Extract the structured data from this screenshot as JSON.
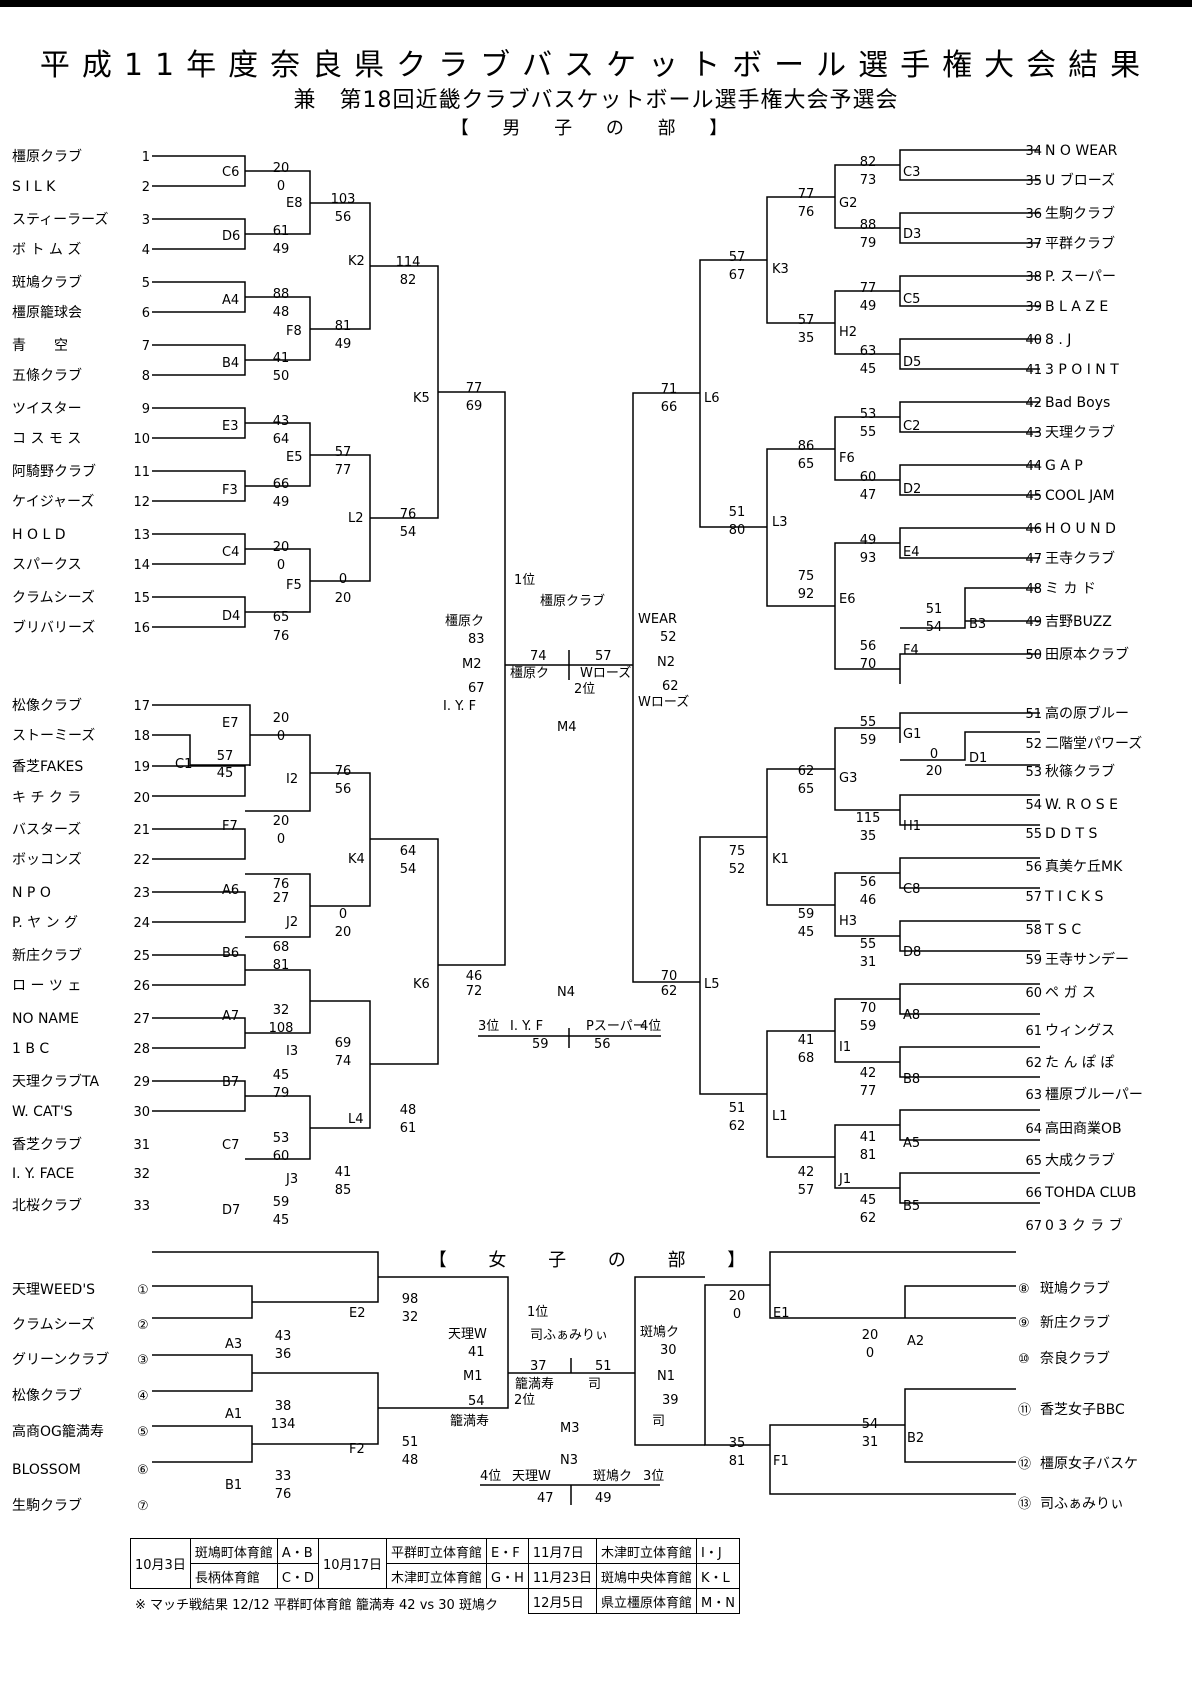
{
  "titles": {
    "main": "平成11年度奈良県クラブバスケットボール選手権大会結果",
    "sub": "兼　第18回近畿クラブバスケットボール選手権大会予選会",
    "men": "【 男 子 の 部 】",
    "women": "【 女 子 の 部 】"
  },
  "men_left_teams": [
    {
      "name": "橿原クラブ",
      "no": "1"
    },
    {
      "name": "S I L K",
      "no": "2"
    },
    {
      "name": "スティーラーズ",
      "no": "3"
    },
    {
      "name": "ボ ト ム ズ",
      "no": "4"
    },
    {
      "name": "斑鳩クラブ",
      "no": "5"
    },
    {
      "name": "橿原籠球会",
      "no": "6"
    },
    {
      "name": "青　　空",
      "no": "7"
    },
    {
      "name": "五條クラブ",
      "no": "8"
    },
    {
      "name": "ツイスター",
      "no": "9"
    },
    {
      "name": "コ ス モ ス",
      "no": "10"
    },
    {
      "name": "阿騎野クラブ",
      "no": "11"
    },
    {
      "name": "ケイジャーズ",
      "no": "12"
    },
    {
      "name": "H O L D",
      "no": "13"
    },
    {
      "name": "スパークス",
      "no": "14"
    },
    {
      "name": "クラムシーズ",
      "no": "15"
    },
    {
      "name": "ブリバリーズ",
      "no": "16"
    },
    {
      "name": "松像クラブ",
      "no": "17"
    },
    {
      "name": "ストーミーズ",
      "no": "18"
    },
    {
      "name": "香芝FAKES",
      "no": "19"
    },
    {
      "name": "キ チ ク ラ",
      "no": "20"
    },
    {
      "name": "バスターズ",
      "no": "21"
    },
    {
      "name": "ボッコンズ",
      "no": "22"
    },
    {
      "name": "N P O",
      "no": "23"
    },
    {
      "name": "P. ヤ ン グ",
      "no": "24"
    },
    {
      "name": "新庄クラブ",
      "no": "25"
    },
    {
      "name": "ロ ー ツ ェ",
      "no": "26"
    },
    {
      "name": "NO NAME",
      "no": "27"
    },
    {
      "name": "1 B C",
      "no": "28"
    },
    {
      "name": "天理クラブTA",
      "no": "29"
    },
    {
      "name": "W. CAT'S",
      "no": "30"
    },
    {
      "name": "香芝クラブ",
      "no": "31"
    },
    {
      "name": "I. Y. FACE",
      "no": "32"
    },
    {
      "name": "北桜クラブ",
      "no": "33"
    }
  ],
  "men_right_teams": [
    {
      "name": "N O WEAR",
      "no": "34"
    },
    {
      "name": "U ブローズ",
      "no": "35"
    },
    {
      "name": "生駒クラブ",
      "no": "36"
    },
    {
      "name": "平群クラブ",
      "no": "37"
    },
    {
      "name": "P. スーパー",
      "no": "38"
    },
    {
      "name": "B L A Z E",
      "no": "39"
    },
    {
      "name": "8 . J",
      "no": "40"
    },
    {
      "name": "3 P O I N T",
      "no": "41"
    },
    {
      "name": "Bad Boys",
      "no": "42"
    },
    {
      "name": "天理クラブ",
      "no": "43"
    },
    {
      "name": "G A P",
      "no": "44"
    },
    {
      "name": "COOL JAM",
      "no": "45"
    },
    {
      "name": "H O U N D",
      "no": "46"
    },
    {
      "name": "王寺クラブ",
      "no": "47"
    },
    {
      "name": "ミ カ ド",
      "no": "48"
    },
    {
      "name": "吉野BUZZ",
      "no": "49"
    },
    {
      "name": "田原本クラブ",
      "no": "50"
    },
    {
      "name": "高の原ブルー",
      "no": "51"
    },
    {
      "name": "二階堂パワーズ",
      "no": "52"
    },
    {
      "name": "秋篠クラブ",
      "no": "53"
    },
    {
      "name": "W. R O S E",
      "no": "54"
    },
    {
      "name": "D D T S",
      "no": "55"
    },
    {
      "name": "真美ケ丘MK",
      "no": "56"
    },
    {
      "name": "T I C K S",
      "no": "57"
    },
    {
      "name": "T S C",
      "no": "58"
    },
    {
      "name": "王寺サンデー",
      "no": "59"
    },
    {
      "name": "ペ ガ ス",
      "no": "60"
    },
    {
      "name": "ウィングス",
      "no": "61"
    },
    {
      "name": "た ん ぽ ぽ",
      "no": "62"
    },
    {
      "name": "橿原ブルーパー",
      "no": "63"
    },
    {
      "name": "高田商業OB",
      "no": "64"
    },
    {
      "name": "大成クラブ",
      "no": "65"
    },
    {
      "name": "TOHDA CLUB",
      "no": "66"
    },
    {
      "name": "0 3 ク ラ ブ",
      "no": "67"
    }
  ],
  "women_left_teams": [
    {
      "name": "天理WEED'S",
      "no": "①"
    },
    {
      "name": "クラムシーズ",
      "no": "②"
    },
    {
      "name": "グリーンクラブ",
      "no": "③"
    },
    {
      "name": "松像クラブ",
      "no": "④"
    },
    {
      "name": "高商OG籠満寿",
      "no": "⑤"
    },
    {
      "name": "BLOSSOM",
      "no": "⑥"
    },
    {
      "name": "生駒クラブ",
      "no": "⑦"
    }
  ],
  "women_right_teams": [
    {
      "name": "斑鳩クラブ",
      "no": "⑧"
    },
    {
      "name": "新庄クラブ",
      "no": "⑨"
    },
    {
      "name": "奈良クラブ",
      "no": "⑩"
    },
    {
      "name": "香芝女子BBC",
      "no": "⑪"
    },
    {
      "name": "橿原女子バスケ",
      "no": "⑫"
    },
    {
      "name": "司ふぁみりぃ",
      "no": "⑬"
    }
  ],
  "men_left_codes": [
    "C6",
    "D6",
    "A4",
    "B4",
    "E3",
    "F3",
    "C4",
    "D4",
    "E8",
    "F8",
    "E5",
    "F5",
    "K2",
    "L2",
    "K5",
    "E7",
    "C1",
    "F7",
    "A6",
    "B6",
    "A7",
    "B7",
    "C7",
    "D7",
    "I2",
    "J2",
    "I3",
    "J3",
    "K4",
    "L4",
    "K6"
  ],
  "men_right_codes": [
    "C3",
    "D3",
    "C5",
    "D5",
    "C2",
    "D2",
    "E4",
    "B3",
    "F4",
    "G1",
    "D1",
    "H1",
    "C8",
    "D8",
    "A8",
    "B8",
    "A5",
    "B5",
    "G2",
    "H2",
    "F6",
    "E6",
    "G3",
    "H3",
    "I1",
    "J1",
    "K3",
    "L3",
    "K1",
    "L1",
    "L6",
    "L5"
  ],
  "women_codes": [
    "A3",
    "A1",
    "B1",
    "E2",
    "F2",
    "E1",
    "A2",
    "B2",
    "F1"
  ],
  "scores_left": [
    "20",
    "0",
    "61",
    "49",
    "88",
    "48",
    "41",
    "50",
    "43",
    "64",
    "66",
    "49",
    "20",
    "0",
    "65",
    "76",
    "103",
    "56",
    "81",
    "49",
    "57",
    "77",
    "0",
    "20",
    "114",
    "82",
    "76",
    "54",
    "77",
    "69",
    "20",
    "0",
    "57",
    "45",
    "20",
    "0",
    "76",
    "27",
    "68",
    "81",
    "32",
    "108",
    "45",
    "79",
    "53",
    "60",
    "59",
    "45",
    "76",
    "56",
    "0",
    "20",
    "69",
    "74",
    "41",
    "85",
    "64",
    "54",
    "48",
    "61",
    "46",
    "72"
  ],
  "scores_right": [
    "82",
    "73",
    "88",
    "79",
    "77",
    "49",
    "63",
    "45",
    "53",
    "55",
    "60",
    "47",
    "49",
    "93",
    "51",
    "54",
    "56",
    "70",
    "77",
    "76",
    "57",
    "35",
    "86",
    "65",
    "75",
    "92",
    "57",
    "67",
    "51",
    "80",
    "71",
    "66",
    "55",
    "59",
    "0",
    "20",
    "115",
    "35",
    "56",
    "46",
    "55",
    "31",
    "70",
    "59",
    "42",
    "77",
    "41",
    "81",
    "45",
    "62",
    "62",
    "65",
    "59",
    "45",
    "41",
    "68",
    "42",
    "57",
    "75",
    "52",
    "51",
    "62",
    "70",
    "62"
  ],
  "scores_women": [
    "43",
    "36",
    "38",
    "134",
    "33",
    "76",
    "98",
    "32",
    "51",
    "48",
    "20",
    "0",
    "20",
    "0",
    "54",
    "31",
    "35",
    "81"
  ],
  "men_final": {
    "first_label": "1位",
    "first_team": "橿原クラブ",
    "m2": "M2",
    "m2_team": "橿原ク",
    "m2_a": "83",
    "m2_b": "67",
    "m2_team2": "I. Y. F",
    "n2": "N2",
    "n2_team": "WEAR",
    "n2_a": "52",
    "n2_b": "62",
    "n2_team2": "Wローズ",
    "m4": "M4",
    "final_a": "74",
    "final_b": "57",
    "final_team_a": "橿原ク",
    "final_team_b": "Wローズ",
    "second": "2位",
    "n4": "N4",
    "third": "3位",
    "third_team": "I. Y. F",
    "third_score": "59",
    "fourth": "4位",
    "fourth_team": "Pスーパー",
    "fourth_score": "56"
  },
  "women_final": {
    "first_label": "1位",
    "first_team": "司ふぁみりぃ",
    "m1": "M1",
    "m1_team": "天理W",
    "m1_a": "41",
    "m1_b": "54",
    "m1_team2": "籠満寿",
    "n1": "N1",
    "n1_team": "斑鳩ク",
    "n1_a": "30",
    "n1_b": "39",
    "n1_team2": "司",
    "m3": "M3",
    "final_a": "37",
    "final_b": "51",
    "final_team_a": "籠満寿",
    "final_team_b": "司",
    "second": "2位",
    "n3": "N3",
    "fourth": "4位",
    "fourth_team": "天理W",
    "fourth_score": "47",
    "third": "3位",
    "third_team": "斑鳩ク",
    "third_score": "49"
  },
  "venues": {
    "d1": "10月3日",
    "v1a": "斑鳩町体育館",
    "c1a": "A・B",
    "v1b": "長柄体育館",
    "c1b": "C・D",
    "d2": "10月17日",
    "v2a": "平群町立体育館",
    "c2a": "E・F",
    "v2b": "木津町立体育館",
    "c2b": "G・H",
    "d3a": "11月7日",
    "v3a": "木津町立体育館",
    "c3a": "I・J",
    "d3b": "11月23日",
    "v3b": "斑鳩中央体育館",
    "c3b": "K・L",
    "d3c": "12月5日",
    "v3c": "県立橿原体育館",
    "c3c": "M・N"
  },
  "note": "※ マッチ戦結果 12/12 平群町体育館 籠満寿 42 vs 30 斑鳩ク"
}
